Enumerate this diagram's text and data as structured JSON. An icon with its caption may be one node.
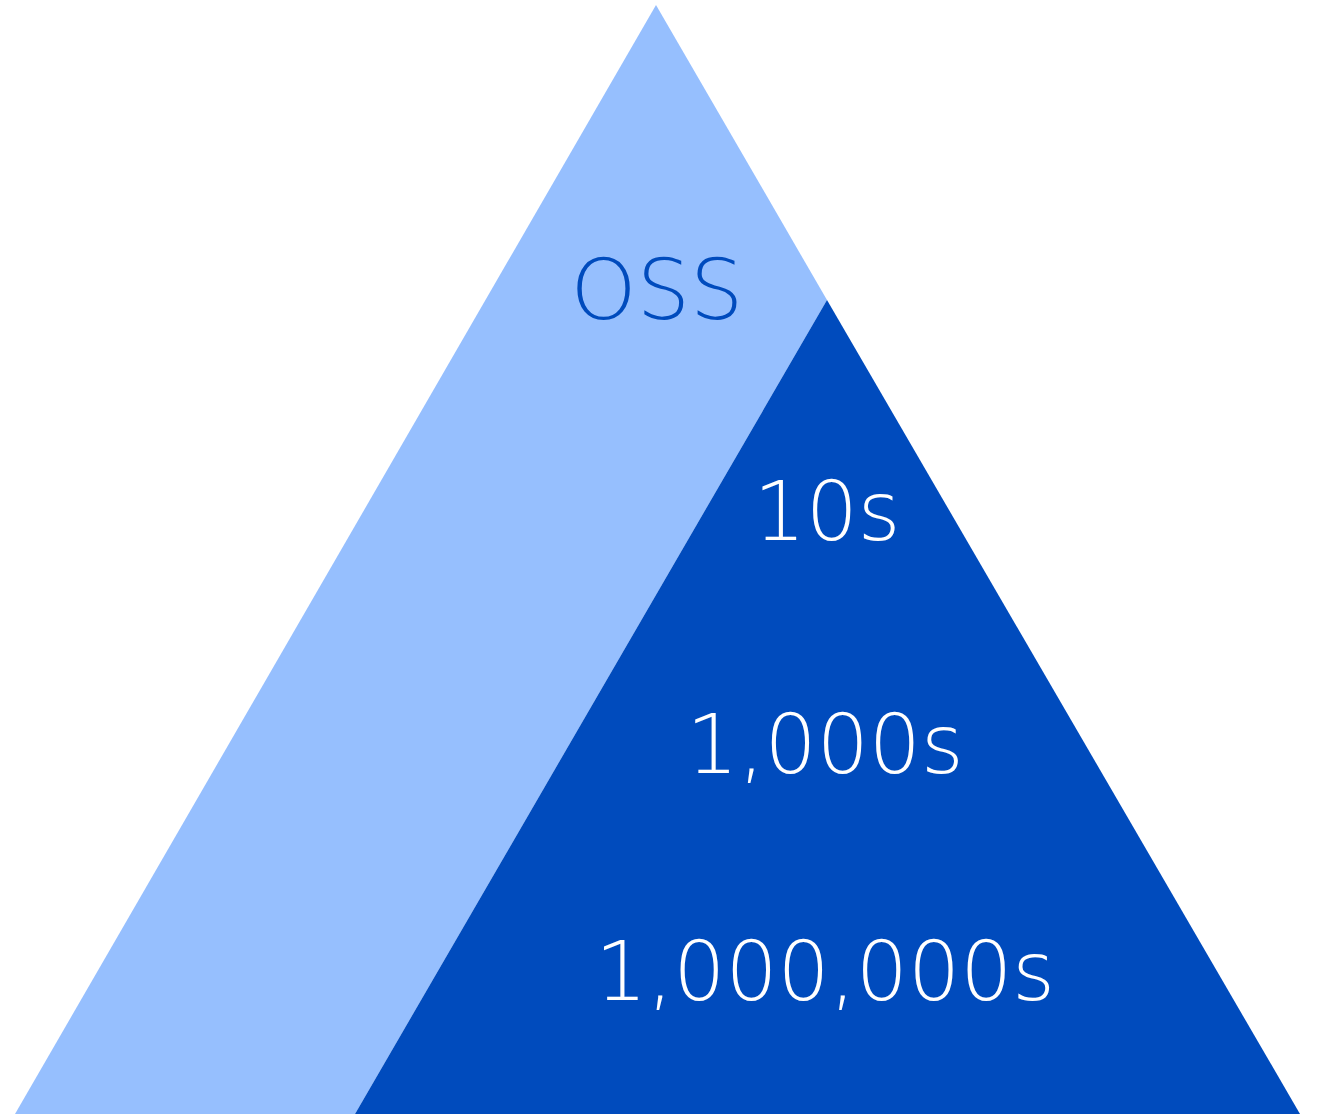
{
  "diagram": {
    "nodes": [
      {
        "text": [
          "OSS"
        ]
      },
      {
        "text": [
          "10s",
          "1,000s",
          "1,000,000s"
        ]
      }
    ]
  }
}
